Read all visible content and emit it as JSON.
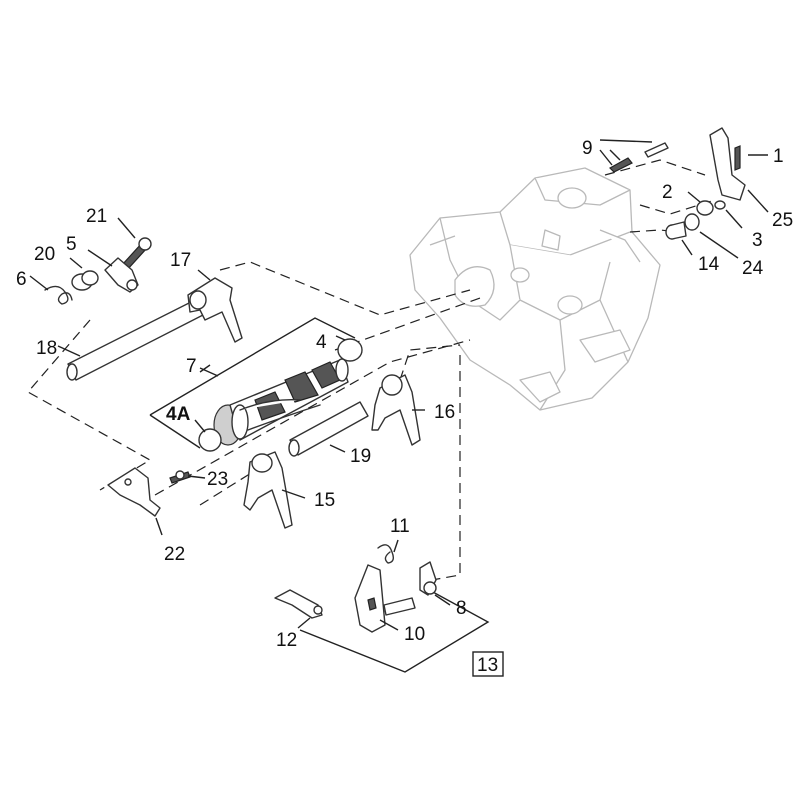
{
  "callouts": {
    "c1": "1",
    "c2": "2",
    "c3": "3",
    "c4": "4",
    "c4a": "4A",
    "c5": "5",
    "c6": "6",
    "c7": "7",
    "c8": "8",
    "c9": "9",
    "c10": "10",
    "c11": "11",
    "c12": "12",
    "c13": "13",
    "c14": "14",
    "c15": "15",
    "c16": "16",
    "c17": "17",
    "c18": "18",
    "c19": "19",
    "c20": "20",
    "c21": "21",
    "c22": "22",
    "c23": "23",
    "c24": "24",
    "c25": "25"
  },
  "colors": {
    "line": "#222222",
    "housing": "#b9b9b9",
    "dark_part": "#555555"
  }
}
